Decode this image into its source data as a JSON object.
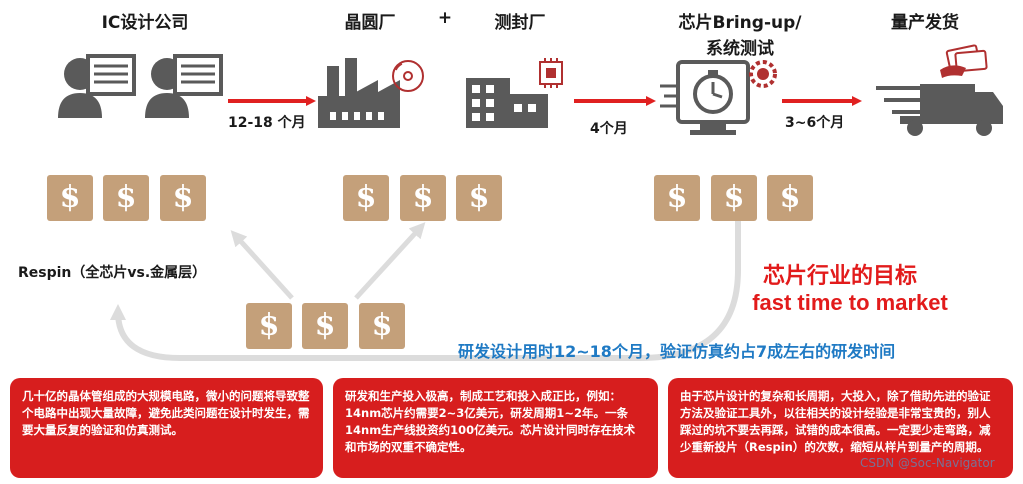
{
  "stages": {
    "ic_design": "IC设计公司",
    "fab": "晶圆厂",
    "plus": "+",
    "packaging": "测封厂",
    "bringup_line1": "芯片Bring-up/",
    "bringup_line2": "系统测试",
    "mass_production": "量产发货"
  },
  "arrows": {
    "design_to_fab": "12-18 个月",
    "fab_to_bringup": "4个月",
    "bringup_to_mass": "3~6个月"
  },
  "respin": "Respin（全芯片vs.金属层）",
  "dollar_symbol": "$",
  "goal": {
    "title": "芯片行业的目标",
    "subtitle": "fast time to market"
  },
  "blue_note": "研发设计用时12~18个月，验证仿真约占7成左右的研发时间",
  "boxes": [
    "几十亿的晶体管组成的大规模电路，微小的问题将导致整个电路中出现大量故障，避免此类问题在设计时发生，需要大量反复的验证和仿真测试。",
    "研发和生产投入极高，制成工艺和投入成正比，例如：14nm芯片约需要2~3亿美元，研发周期1~2年。一条14nm生产线投资约100亿美元。芯片设计同时存在技术和市场的双重不确定性。",
    "由于芯片设计的复杂和长周期，大投入，除了借助先进的验证方法及验证工具外，以往相关的设计经验是非常宝贵的，别人踩过的坑不要去再踩，试错的成本很高。一定要少走弯路，减少重新投片（Respin）的次数，缩短从样片到量产的周期。"
  ],
  "watermark": "CSDN @Soc-Navigator",
  "colors": {
    "arrow_red": "#e02020",
    "icon_gray": "#595959",
    "dollar_tan": "#c4a07a",
    "goal_red": "#e21b1b",
    "note_blue": "#1f7ac4",
    "box_red": "#d71e1e"
  }
}
